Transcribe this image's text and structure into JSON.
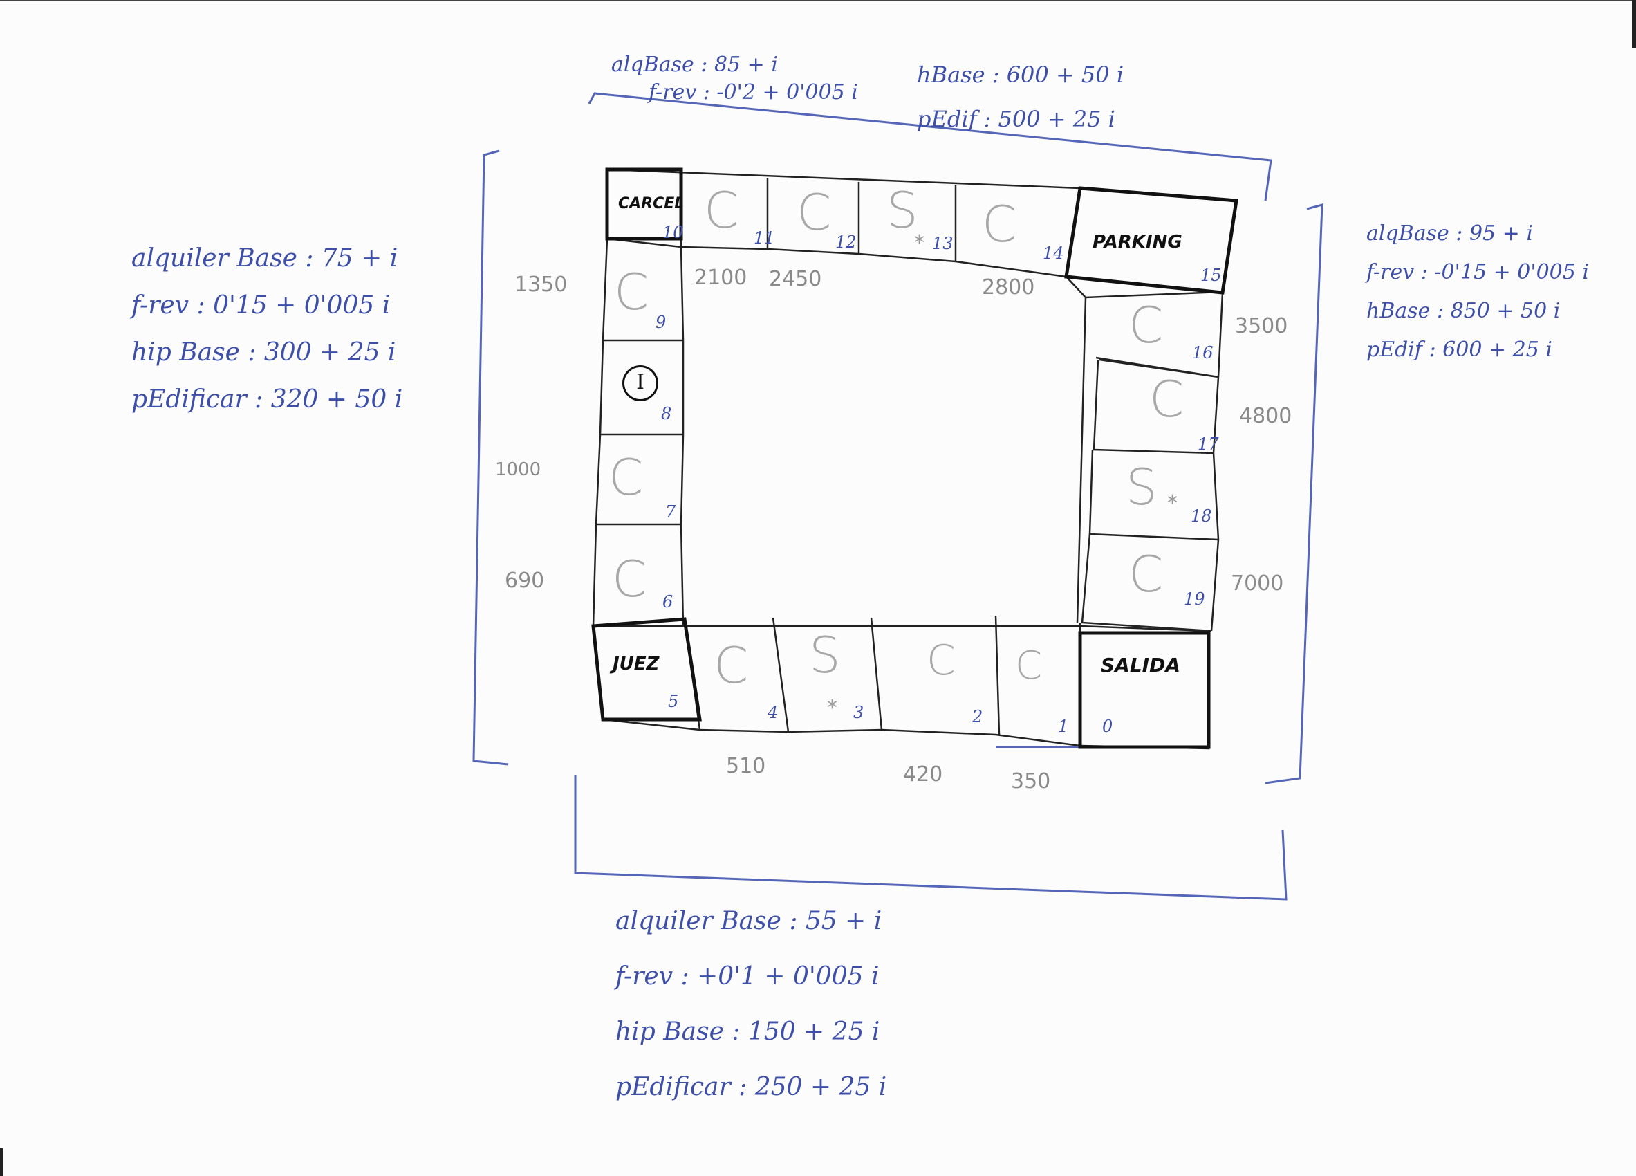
{
  "notes": {
    "left": {
      "lines": [
        "alquiler Base : 75 + i",
        "f-rev : 0'15 + 0'005 i",
        "hip Base : 300 + 25 i",
        "pEdificar : 320 + 50 i"
      ]
    },
    "top_left": {
      "lines": [
        "alqBase : 85 + i",
        "f-rev : -0'2 + 0'005 i"
      ]
    },
    "top_right": {
      "lines": [
        "hBase : 600 + 50 i",
        "pEdif : 500 + 25 i"
      ]
    },
    "right": {
      "lines": [
        "alqBase : 95 + i",
        "f-rev : -0'15 + 0'005 i",
        "hBase : 850 + 50 i",
        "pEdif : 600 + 25 i"
      ]
    },
    "bottom": {
      "lines": [
        "alquiler Base : 55 + i",
        "f-rev : +0'1 + 0'005 i",
        "hip Base : 150 + 25 i",
        "pEdificar : 250 + 25 i"
      ]
    }
  },
  "prices": {
    "left": [
      "1350",
      "1000",
      "690"
    ],
    "top": [
      "2100",
      "2450",
      "2800"
    ],
    "right": [
      "3500",
      "4800",
      "7000"
    ],
    "bottom": [
      "510",
      "420",
      "350"
    ]
  },
  "board": {
    "corners": {
      "carcel": {
        "label": "CARCEL",
        "number": "10"
      },
      "parking": {
        "label": "PARKING",
        "number": "15"
      },
      "juez": {
        "label": "JUEZ",
        "number": "5"
      },
      "salida": {
        "label": "SALIDA",
        "number": "0"
      }
    },
    "tiles": {
      "t1": {
        "letter": "C",
        "number": "1"
      },
      "t2": {
        "letter": "C",
        "number": "2"
      },
      "t3": {
        "letter": "S",
        "number": "3",
        "mark": "*"
      },
      "t4": {
        "letter": "C",
        "number": "4"
      },
      "t6": {
        "letter": "C",
        "number": "6"
      },
      "t7": {
        "letter": "C",
        "number": "7"
      },
      "t8": {
        "letter": "I",
        "number": "8"
      },
      "t9": {
        "letter": "C",
        "number": "9"
      },
      "t11": {
        "letter": "C",
        "number": "11"
      },
      "t12": {
        "letter": "C",
        "number": "12"
      },
      "t13": {
        "letter": "S",
        "number": "13",
        "mark": "*"
      },
      "t14": {
        "letter": "C",
        "number": "14"
      },
      "t16": {
        "letter": "C",
        "number": "16"
      },
      "t17": {
        "letter": "C",
        "number": "17"
      },
      "t18": {
        "letter": "S",
        "number": "18",
        "mark": "*"
      },
      "t19": {
        "letter": "C",
        "number": "19"
      }
    }
  },
  "colors": {
    "ink_blue": "#3d4fa8",
    "ink_black": "#111111",
    "pencil_gray": "#a8a8a8"
  }
}
